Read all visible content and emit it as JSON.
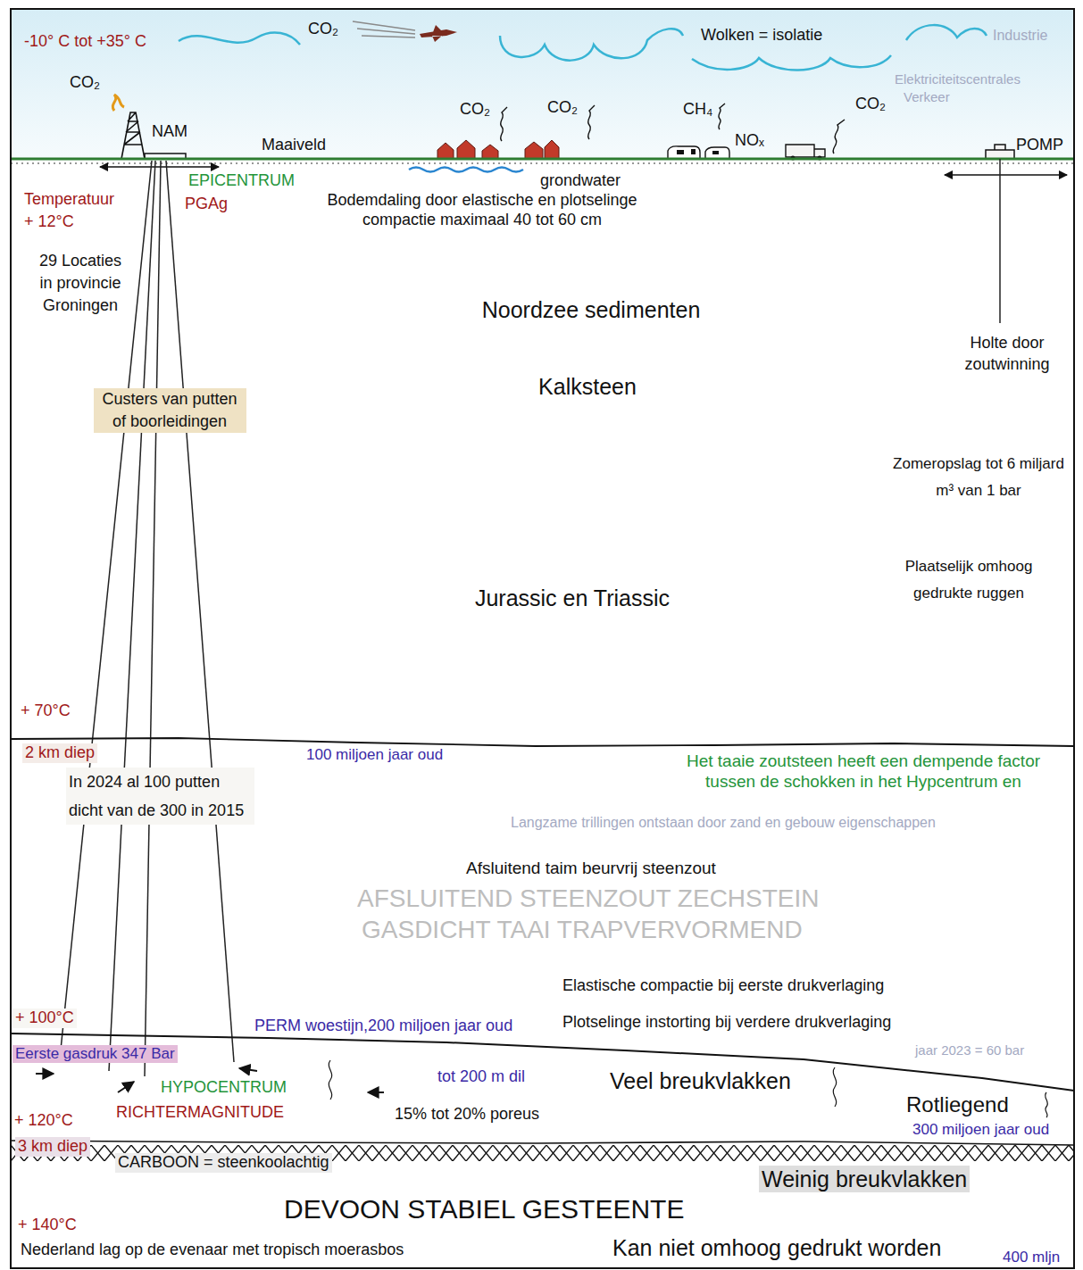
{
  "diagram": {
    "nodes": [
      {
        "text": [
          "Noordzee sedimenten",
          "Kalksteen",
          "Jurassic en Triassic"
        ]
      },
      {
        "text": [
          "Zomeropslag tot 6 miljard m³ van 1 bar",
          "Plaatselijk omhoog gedrukte ruggen"
        ],
        "in": 0
      },
      {
        "text": [
          "Holte door zoutwinning"
        ],
        "in": 1
      },
      {
        "text": [
          "Afsluitend taim beurvrij steenzout"
        ]
      },
      {
        "text": [
          "Rotliegend"
        ]
      },
      {
        "text": [
          "CARBOON = steenkoolachtig"
        ]
      },
      {
        "text": [
          "DEVOON STABIEL GESTEENTE"
        ]
      }
    ],
    "labels": [
      "-10° C tot +35° C",
      "Industrie",
      "CO₂",
      "Wolken = isolatie",
      "Elektriciteitscentrales",
      "CO₂",
      "Verkeer",
      "CO₂",
      "CO₂",
      "CO₂",
      "CH₄",
      "NAM",
      "NOₓ",
      "Maaiveld",
      "POMP",
      "EPICENTRUM",
      "grondwater",
      "Temperatuur",
      "+ 12°C",
      "PGAg",
      "Bodemdaling door elastische en plotselinge compactie maximaal 40 tot 60 cm",
      "29 Locaties in provincie Groningen",
      "Custers van putten of boorleidingen",
      "+ 70°C",
      "2 km diep",
      "100 miljoen jaar oud",
      "Het taaie zoutsteen heeft een dempende factor tussen de schokken in het Hypcentrum en",
      "In 2024 al 100 putten dicht van de 300 in 2015",
      "Langzame trillingen ontstaan door zand en gebouw eigenschappen",
      "AFSLUITEND STEENZOUT ZECHSTEIN",
      "GASDICHT TAAI TRAPVERVORMEND",
      "Elastische compactie bij eerste drukverlaging",
      "+ 100°C",
      "Plotselinge instorting bij verdere drukverlaging",
      "PERM woestijn,200 miljoen jaar oud",
      "Eerste gasdruk 347 Bar",
      "jaar 2023 = 60 bar",
      "HYPOCENTRUM",
      "tot 200 m dil",
      "Veel breukvlakken",
      "RICHTERMAGNITUDE",
      "15% tot 20% poreus",
      "+ 120°C",
      "300 miljoen jaar oud",
      "3 km diep",
      "Weinig breukvlakken",
      "+ 140°C",
      "Nederland lag op de evenaar met tropisch moerasbos",
      "Kan niet omhoog gedrukt worden",
      "400 mljn"
    ]
  }
}
